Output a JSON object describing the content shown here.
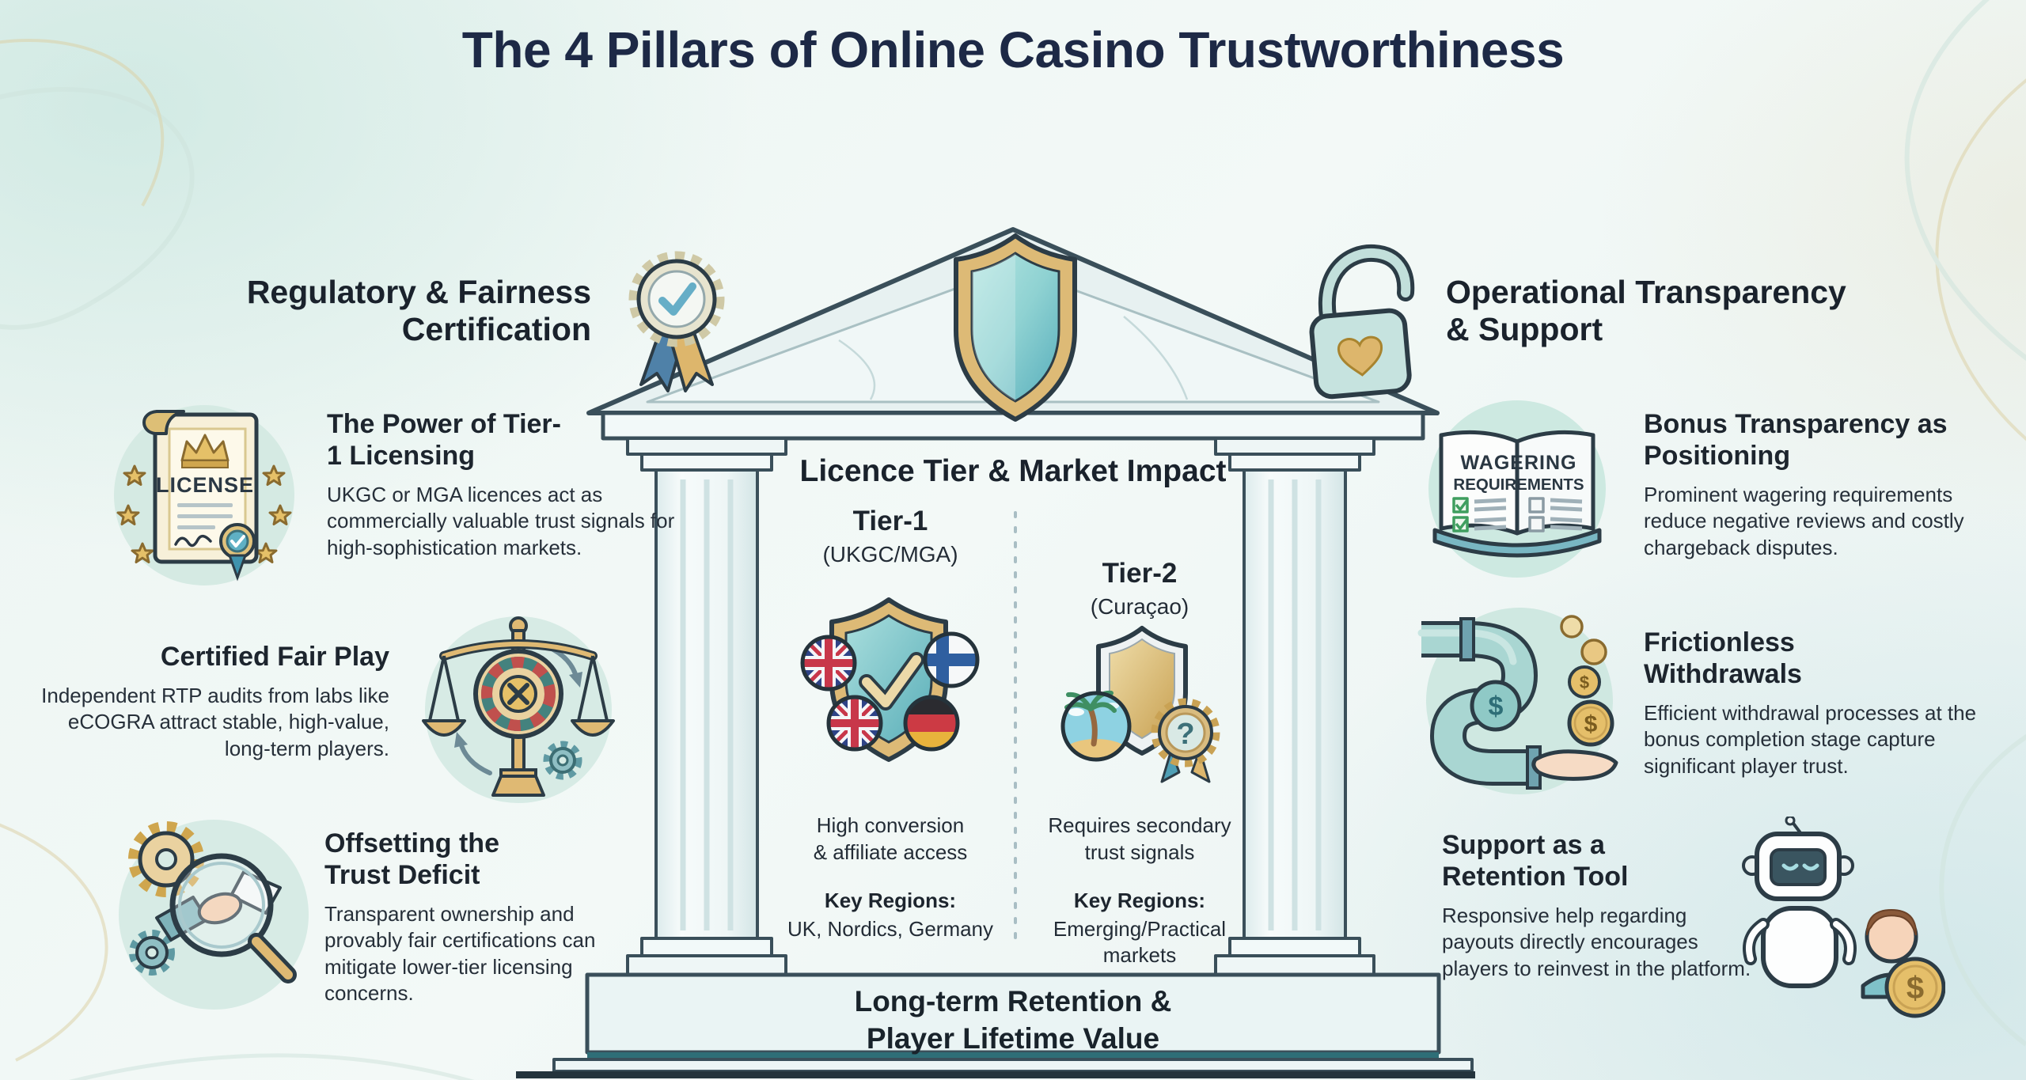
{
  "title": "The 4 Pillars of Online Casino Trustworthiness",
  "left_section": {
    "header": "Regulatory & Fairness\nCertification",
    "items": [
      {
        "icon": "license-scroll-icon",
        "title": "The Power of Tier-1 Licensing",
        "body": "UKGC or MGA licences act as commercially valuable trust signals for high-sophistication markets."
      },
      {
        "icon": "scales-roulette-icon",
        "title": "Certified Fair Play",
        "body": "Independent RTP audits from labs like eCOGRA attract stable, high-value, long-term players."
      },
      {
        "icon": "audit-magnifier-icon",
        "title": "Offsetting the Trust Deficit",
        "body": "Transparent ownership and provably fair certifications can mitigate lower-tier licensing concerns."
      }
    ]
  },
  "center_panel": {
    "header": "Licence Tier & Market Impact",
    "tiers": [
      {
        "name": "Tier-1",
        "subtitle": "(UKGC/MGA)",
        "icon": "tier1-shield-flags-icon",
        "note": "High conversion\n& affiliate access",
        "regions_label": "Key Regions:",
        "regions": "UK, Nordics, Germany"
      },
      {
        "name": "Tier-2",
        "subtitle": "(Curaçao)",
        "icon": "tier2-shield-island-icon",
        "note": "Requires secondary\ntrust signals",
        "regions_label": "Key Regions:",
        "regions": "Emerging/Practical\nmarkets"
      }
    ],
    "base_caption": "Long-term Retention &\nPlayer Lifetime Value"
  },
  "right_section": {
    "header": "Operational Transparency\n& Support",
    "items": [
      {
        "icon": "wagering-book-icon",
        "title": "Bonus Transparency as Positioning",
        "body": "Prominent wagering requirements reduce negative reviews and costly chargeback disputes."
      },
      {
        "icon": "withdrawal-pipe-coins-icon",
        "title": "Frictionless Withdrawals",
        "body": "Efficient withdrawal processes at the bonus completion stage capture significant player trust."
      },
      {
        "icon": "support-robot-icon",
        "title": "Support as a Retention Tool",
        "body": "Responsive help regarding payouts directly encourages players to reinvest in the platform."
      }
    ]
  },
  "icon_labels": {
    "license": "LICENSE",
    "book_line1": "WAGERING",
    "book_line2": "REQUIREMENTS",
    "tier2_badge": "?",
    "coin_symbol": "$"
  },
  "colors": {
    "background": "#eef5f3",
    "title_text": "#1d2946",
    "heading_text": "#1a222c",
    "body_text": "#262f39",
    "temple_outline": "#3a4f5a",
    "temple_fill": "#eaf4f4",
    "accent_gold": "#ddba76",
    "accent_teal": "#6fc0c2",
    "base_accent_line": "#2e6e77",
    "divider_dashed": "#a9bec4"
  }
}
